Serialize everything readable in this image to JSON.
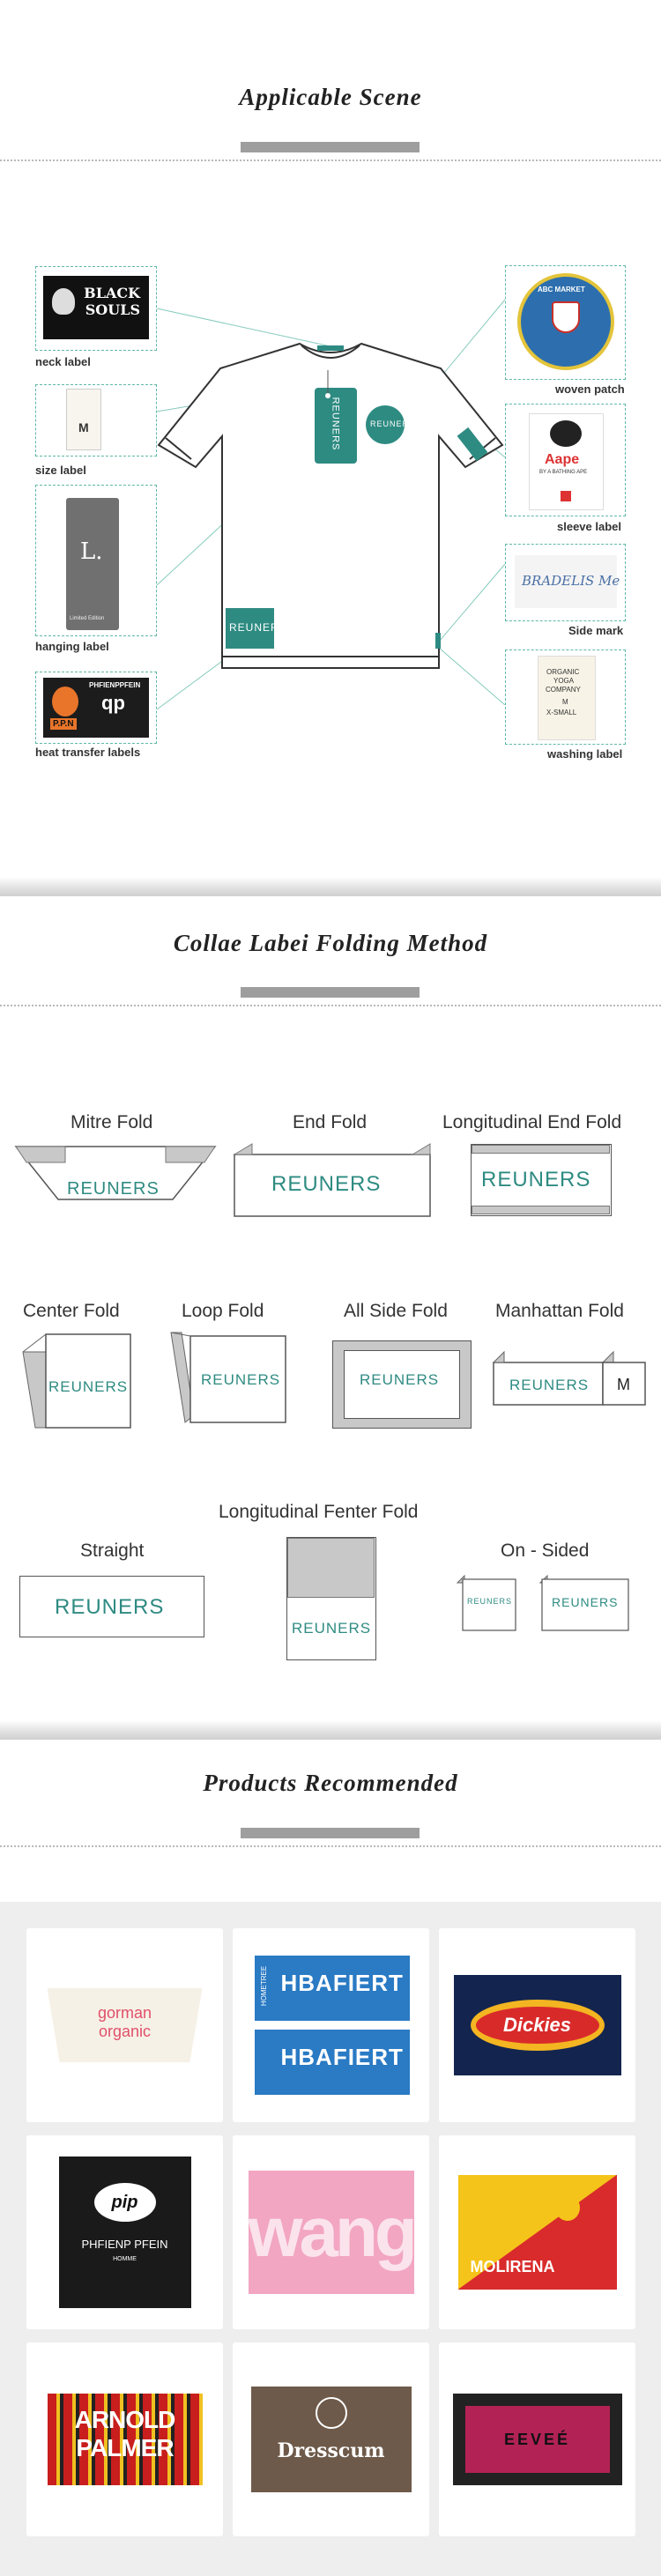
{
  "sections": {
    "scene_title": "Applicable Scene",
    "folding_title": "Collae Labei Folding Method",
    "products_title": "Products Recommended"
  },
  "scene": {
    "labels": {
      "neck": "neck label",
      "size": "size label",
      "hanging": "hanging label",
      "heat": "heat transfer labels",
      "woven": "woven patch",
      "sleeve": "sleeve label",
      "side": "Side mark",
      "washing": "washing label"
    },
    "card_texts": {
      "neck_line1": "BLACK",
      "neck_line2": "SOULS",
      "size_letter": "M",
      "hanging_mark": "L.",
      "hanging_small": "Limited Edition",
      "heat_top": "PHFIENPPFEIN",
      "heat_brand": "P.P.N",
      "heat_logo": "qp",
      "woven_text": "ABC MARKET",
      "sleeve_brand": "Aape",
      "sleeve_sub": "BY A BATHING APE",
      "side_brand": "BRADELIS Me",
      "washing_lines": [
        "ORGANIC",
        "YOGA",
        "COMPANY",
        "M",
        "X-SMALL"
      ]
    },
    "shirt_brand": "REUNERS",
    "colors": {
      "accent": "#2e8b82",
      "dashed": "#5fb8a6"
    }
  },
  "folding": {
    "brand_text": "REUNERS",
    "methods": {
      "mitre": "Mitre Fold",
      "end": "End Fold",
      "long_end": "Longitudinal End Fold",
      "center": "Center Fold",
      "loop": "Loop Fold",
      "all_side": "All Side Fold",
      "manhattan": "Manhattan Fold",
      "manhattan_size": "M",
      "long_fenter": "Longitudinal Fenter Fold",
      "straight": "Straight",
      "on_sided": "On - Sided"
    }
  },
  "products": {
    "items": [
      {
        "name": "gorman-organic",
        "line1": "gorman",
        "line2": "organic"
      },
      {
        "name": "hbafiert",
        "line1": "HBAFIERT",
        "line2": "HOMETREE"
      },
      {
        "name": "dickies",
        "line1": "Dickies"
      },
      {
        "name": "phfienp-pfein",
        "line1": "PHFIENP PFEIN",
        "line2": "HOMME"
      },
      {
        "name": "wang",
        "line1": "wang"
      },
      {
        "name": "molirena",
        "line1": "MOLIRENA"
      },
      {
        "name": "arnold-palmer",
        "line1": "ARNOLD",
        "line2": "PALMER"
      },
      {
        "name": "dresscum",
        "line1": "Dresscum"
      },
      {
        "name": "eevee",
        "line1": "EEVEÉ"
      }
    ]
  }
}
